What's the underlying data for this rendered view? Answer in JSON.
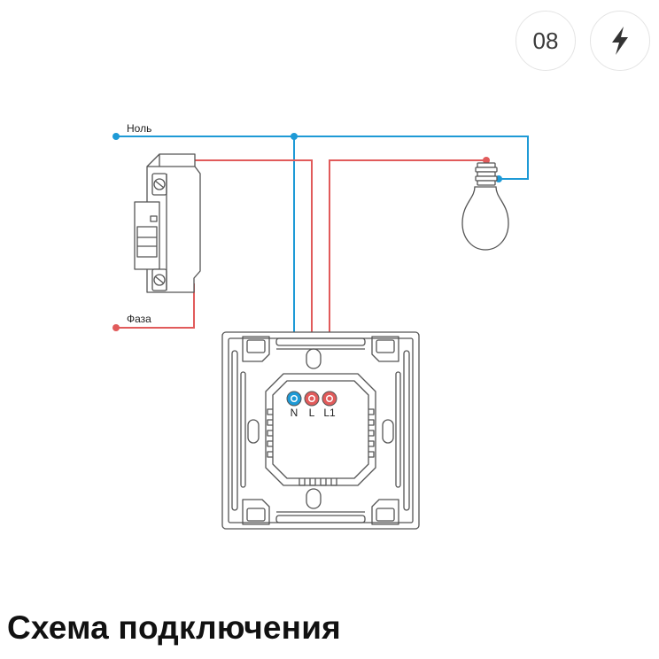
{
  "header": {
    "step_number": "08",
    "bolt_icon": "lightning-bolt-icon"
  },
  "diagram": {
    "neutral_label": "Ноль",
    "phase_label": "Фаза",
    "terminals": [
      "N",
      "L",
      "L1"
    ],
    "colors": {
      "neutral": "#1e9ad6",
      "phase": "#e15b5b",
      "outline": "#555555"
    },
    "components": [
      "circuit-breaker",
      "light-bulb",
      "switch-back-plate"
    ]
  },
  "page": {
    "title": "Схема подключения"
  }
}
